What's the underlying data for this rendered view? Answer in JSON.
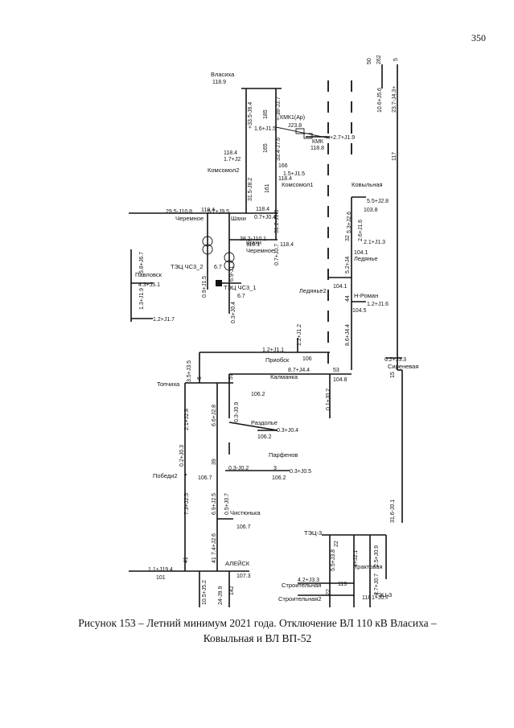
{
  "page_number": "350",
  "caption": {
    "line1": "Рисунок 153 – Летний минимум 2021 года. Отключение ВЛ 110 кВ Власиха –",
    "line2": "Ковыльная и ВЛ ВП-52"
  },
  "nodes": [
    {
      "id": "vlasikha",
      "name": "Власиха",
      "voltage": "118.9"
    },
    {
      "id": "kmk1",
      "name": "КМК1(Ар)",
      "voltage": ""
    },
    {
      "id": "kmk",
      "name": "КМК",
      "voltage": "118.8"
    },
    {
      "id": "komsomol2",
      "name": "Комсомол2",
      "voltage": "118.4"
    },
    {
      "id": "komsomol1",
      "name": "Комсомол1",
      "voltage": "118.4"
    },
    {
      "id": "cheremnoe",
      "name": "Черемное",
      "voltage": "118.4"
    },
    {
      "id": "shakhi",
      "name": "Шахи",
      "voltage": "118.4"
    },
    {
      "id": "cheremnoe2",
      "name": "Черемное",
      "voltage": "118.1"
    },
    {
      "id": "shakhi2",
      "name": "Шахи",
      "voltage": "118.4"
    },
    {
      "id": "kovylnaya",
      "name": "Ковыльная",
      "voltage": "103.8"
    },
    {
      "id": "ledyazhie",
      "name": "Ледянье",
      "voltage": "104.1"
    },
    {
      "id": "ledyazhie2",
      "name": "Ледянье2",
      "voltage": "104.1"
    },
    {
      "id": "nroman",
      "name": "Н-Роман",
      "voltage": "104.5"
    },
    {
      "id": "tec_chs3_2",
      "name": "ТЭЦ ЧС3_2",
      "voltage": "6.7"
    },
    {
      "id": "tec_chs3_1",
      "name": "ТЭЦ ЧС3_1",
      "voltage": "6.7"
    },
    {
      "id": "pavlovsk",
      "name": "Павловск",
      "voltage": ""
    },
    {
      "id": "priobsk",
      "name": "Приобск",
      "voltage": "106"
    },
    {
      "id": "kalmanka",
      "name": "Калманка",
      "voltage": "104.8"
    },
    {
      "id": "sirenevaya",
      "name": "Сиреневая",
      "voltage": ""
    },
    {
      "id": "topchikha",
      "name": "Топчиха",
      "voltage": "106.2"
    },
    {
      "id": "razdolie",
      "name": "Раздолье",
      "voltage": "106.2"
    },
    {
      "id": "parfenov",
      "name": "Парфенов",
      "voltage": "106.2"
    },
    {
      "id": "pobeda2",
      "name": "Победи2",
      "voltage": "106.7"
    },
    {
      "id": "chistyunka",
      "name": "Чистюнька",
      "voltage": "106.7"
    },
    {
      "id": "aleisk",
      "name": "АЛЕЙСК",
      "voltage": "107.3"
    },
    {
      "id": "tec3",
      "name": "ТЭЦ-3",
      "voltage": ""
    },
    {
      "id": "traktovaya",
      "name": "Трактовая",
      "voltage": ""
    },
    {
      "id": "stroitelnaya",
      "name": "Строительная",
      "voltage": ""
    },
    {
      "id": "stroitelnaya2",
      "name": "Строительная2",
      "voltage": ""
    },
    {
      "id": "tec3b",
      "name": "ТЭЦ-3",
      "voltage": ""
    }
  ],
  "flows": [
    "+33.5-J6.4",
    "185",
    "+-38-J3.7",
    "10.6+J5.6",
    "23.7-J4.3+",
    "50",
    "262",
    "5",
    "1.6+J1.5",
    "J23.8",
    "+2.7+J1.9",
    "1.7+J2",
    "165",
    "33.4-J7.6",
    "1.5+J1.5",
    "166",
    "31.5-J8.2",
    "161",
    "29.5-J10.8",
    "5.7+J9.5",
    "0.7+J0.4",
    "31.2-J9.3",
    "117",
    "5.5+J2.8",
    "5.3+J2.6",
    "38.2-J10.1",
    "2.1+J1.3",
    "6.9-J1.7",
    "5.8+J6.7",
    "0.9+J1.5",
    "4.3+J5.1",
    "1.3+J1.9",
    "0.7+J0.7",
    "5.2+J4",
    "2.6+J1.6",
    "32",
    "1.2+J1.7",
    "0.3+J0.4",
    "1.2+J1.6",
    "8.6+J4.4",
    "44",
    "1.2+J1.2",
    "1.2+J1.1",
    "6.2+J3.3",
    "15",
    "3.5+J3.5",
    "8.7+J4.4",
    "53",
    "0.1+J0.2",
    "6",
    "51",
    "2.1+J2.8",
    "6.6+J2.8",
    "0.3-J0.9",
    "0.3+J0.4",
    "0.2+J0.3",
    "39",
    "0.3-J0.2",
    "3",
    "0.3+J0.5",
    "7.3+J2.5",
    "6.9+J2.5",
    "0.5+J0.7",
    "31.6-J0.1",
    "7.4+J2.6",
    "41",
    "41",
    "5.5+J3.8",
    "4+J2.1",
    "2.5+J0.9",
    "1.1+J19.4",
    "101",
    "10.5+J5.2",
    "24-J9.9",
    "142",
    "4.2+J3.3",
    "119",
    "2.7+J0.7",
    "1+J0.7",
    "118",
    "22",
    "22"
  ]
}
